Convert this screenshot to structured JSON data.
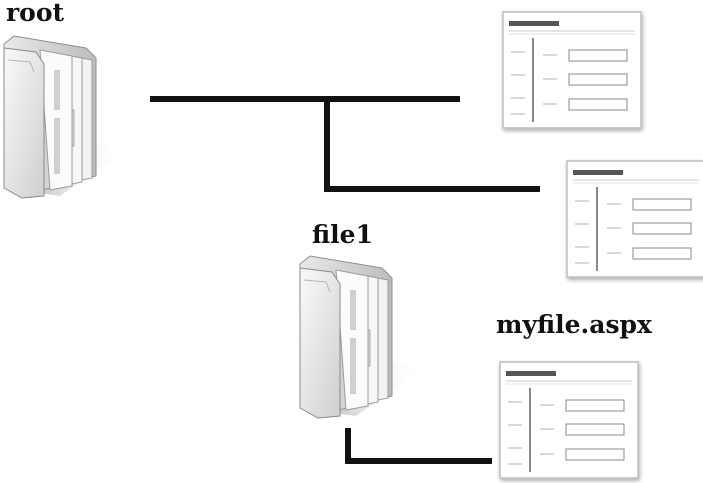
{
  "labels": {
    "root": "root",
    "file1": "file1",
    "myfile": "myfile.aspx"
  },
  "icons": {
    "folder": "folder-icon",
    "document": "document-icon"
  },
  "colors": {
    "connector": "#111111",
    "text": "#111111",
    "doc_header": "#555555",
    "doc_border": "#bdbdbd"
  }
}
